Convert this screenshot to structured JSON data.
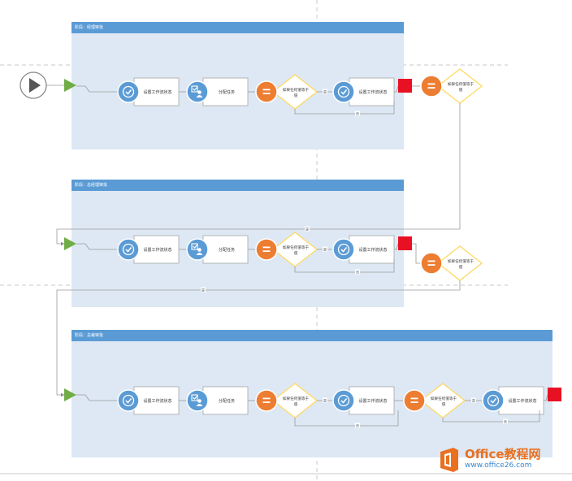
{
  "stages": [
    {
      "label": "阶段：经理审批"
    },
    {
      "label": "阶段：总经理审批"
    },
    {
      "label": "阶段：总裁审批"
    }
  ],
  "steps": {
    "set_status": "设置工作流状态",
    "assign_task": "分配任务",
    "condition": "如果任何值等于值"
  },
  "connector_labels": {
    "yes": "是",
    "no": "否"
  },
  "watermark": {
    "title": "Office教程网",
    "url": "www.office26.com"
  },
  "colors": {
    "stage_header": "#5b9bd5",
    "stage_body": "#dde8f4",
    "action_circle": "#5b9bd5",
    "condition_circle": "#ed7d31",
    "condition_diamond": "#ffd966",
    "start_arrow": "#70ad47",
    "end_square": "#e81123"
  }
}
